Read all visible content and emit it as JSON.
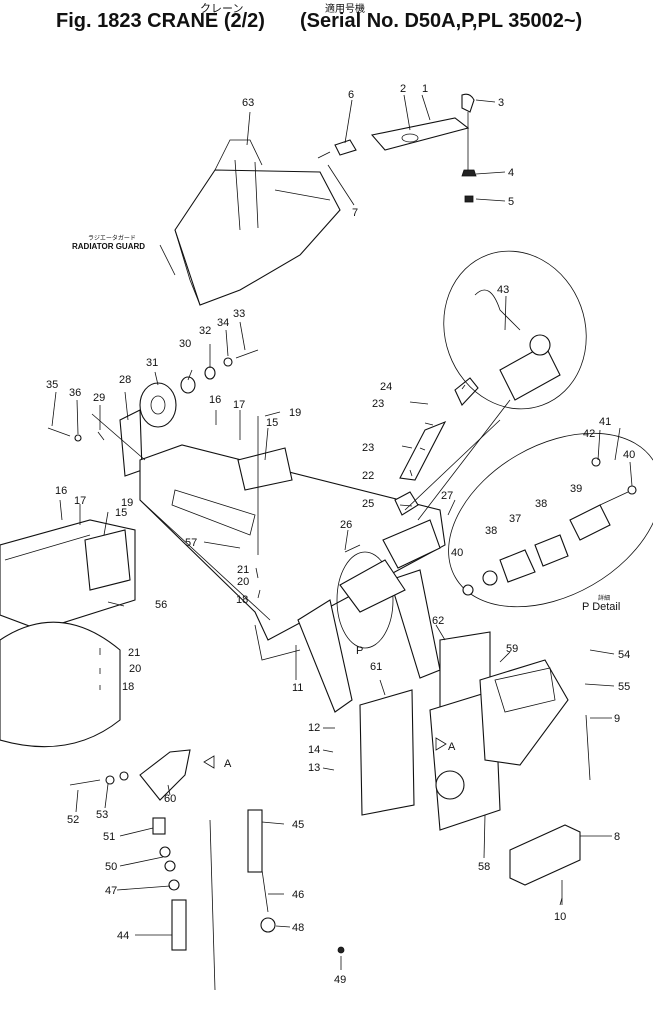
{
  "header": {
    "title_jp": "クレーン",
    "figure_label": "Fig. 1823 CRANE (2/2)",
    "serial_jp": "適用号機",
    "serial_label": "(Serial No. D50A,P,PL 35002~)"
  },
  "labels": {
    "radiator_guard_jp": "ラジエータガード",
    "radiator_guard": "RADIATOR GUARD",
    "detail_jp": "詳細",
    "detail": "P Detail",
    "view_p": "P",
    "arrow_a1": "A",
    "arrow_a2": "A"
  },
  "part_numbers": [
    "1",
    "2",
    "3",
    "4",
    "5",
    "6",
    "7",
    "8",
    "9",
    "10",
    "11",
    "12",
    "13",
    "14",
    "15",
    "15",
    "16",
    "16",
    "17",
    "17",
    "18",
    "18",
    "19",
    "19",
    "20",
    "20",
    "21",
    "21",
    "22",
    "23",
    "23",
    "24",
    "25",
    "26",
    "27",
    "28",
    "29",
    "30",
    "31",
    "32",
    "33",
    "34",
    "35",
    "36",
    "37",
    "38",
    "38",
    "39",
    "40",
    "40",
    "41",
    "42",
    "43",
    "44",
    "45",
    "46",
    "47",
    "48",
    "49",
    "50",
    "51",
    "52",
    "53",
    "54",
    "55",
    "56",
    "57",
    "58",
    "59",
    "60",
    "61",
    "62",
    "63"
  ]
}
